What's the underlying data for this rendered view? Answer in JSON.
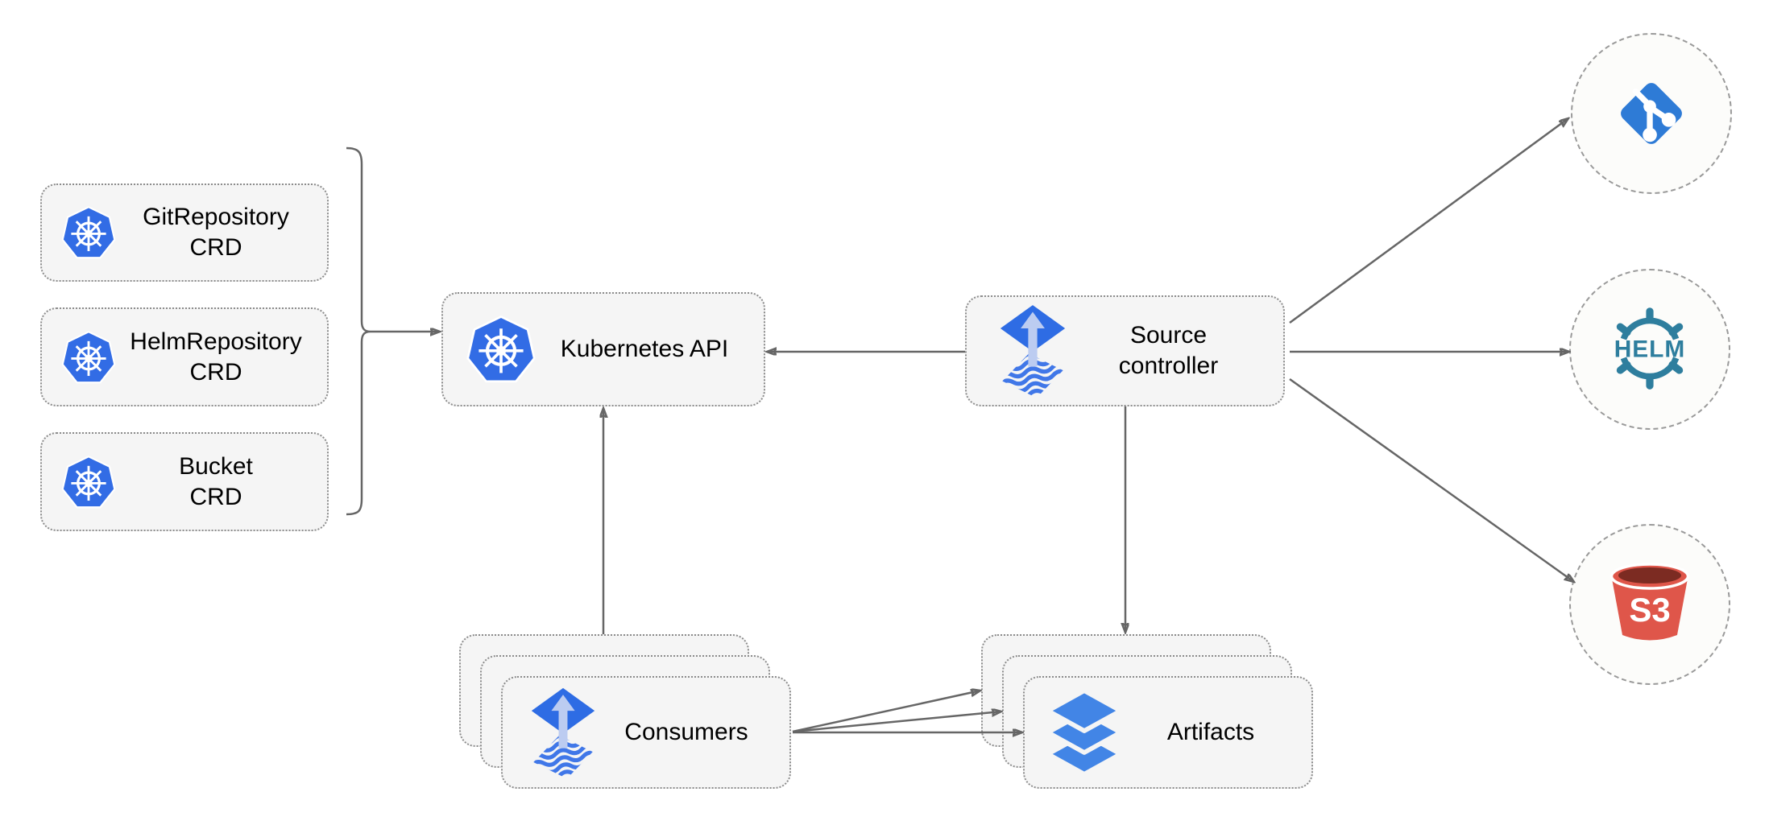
{
  "colors": {
    "node_fill": "#F5F5F5",
    "node_border": "#8C8C8C",
    "circle_fill": "#FCFCFA",
    "circle_border": "#9A9A9A",
    "connector": "#666666",
    "text": "#000000",
    "k8s_blue": "#326CE5",
    "flux_blue": "#2E6CE4",
    "flux_arrow": "#BCCCF1",
    "wave_blue": "#4077E8",
    "git_blue": "#2E7BD6",
    "helm_teal": "#2E7E9E",
    "s3_red": "#DF564A",
    "s3_dark": "#7C2B22",
    "layers_blue": "#4285E6"
  },
  "diagram": {
    "crd_boxes": [
      {
        "line1": "GitRepository",
        "line2": "CRD",
        "icon": "kubernetes-wheel-icon"
      },
      {
        "line1": "HelmRepository",
        "line2": "CRD",
        "icon": "kubernetes-wheel-icon"
      },
      {
        "line1": "Bucket",
        "line2": "CRD",
        "icon": "kubernetes-wheel-icon"
      }
    ],
    "kubernetes_api": {
      "label": "Kubernetes API",
      "icon": "kubernetes-wheel-icon"
    },
    "source_controller": {
      "line1": "Source",
      "line2": "controller",
      "icon": "flux-source-icon"
    },
    "consumers": {
      "label": "Consumers",
      "icon": "flux-source-icon",
      "stack_count": 3
    },
    "artifacts": {
      "label": "Artifacts",
      "icon": "layers-icon",
      "stack_count": 3
    },
    "externals": {
      "git": {
        "icon": "git-branch-icon"
      },
      "helm": {
        "icon": "helm-wheel-icon",
        "label": "HELM"
      },
      "s3": {
        "icon": "s3-bucket-icon",
        "label": "S3"
      }
    }
  }
}
